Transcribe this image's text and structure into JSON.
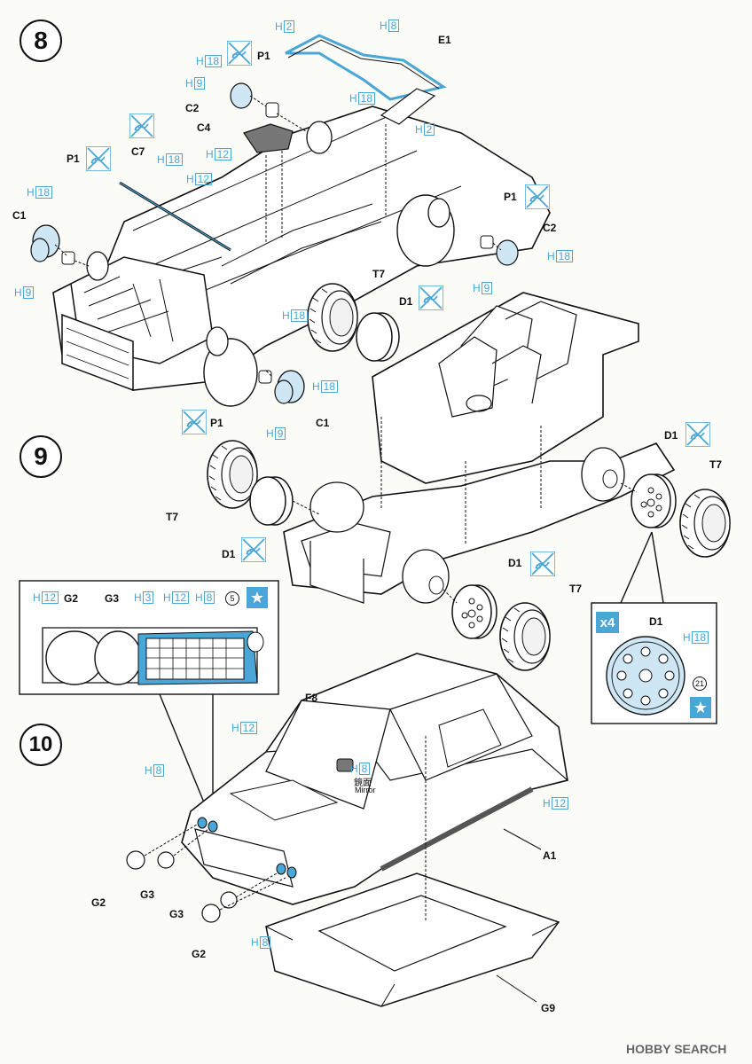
{
  "steps": {
    "s8": "8",
    "s9": "9",
    "s10": "10"
  },
  "colors": {
    "accent": "#4aa6d6",
    "ink": "#111111"
  },
  "parts": {
    "P1": "P1",
    "C1": "C1",
    "C2": "C2",
    "C4": "C4",
    "C7": "C7",
    "E1": "E1",
    "T7": "T7",
    "D1": "D1",
    "G2": "G2",
    "G3": "G3",
    "F8": "F8",
    "A1": "A1",
    "G9": "G9"
  },
  "paint": {
    "H2": {
      "prefix": "H",
      "num": "2"
    },
    "H3": {
      "prefix": "H",
      "num": "3"
    },
    "H8": {
      "prefix": "H",
      "num": "8"
    },
    "H9": {
      "prefix": "H",
      "num": "9"
    },
    "H12": {
      "prefix": "H",
      "num": "12"
    },
    "H18": {
      "prefix": "H",
      "num": "18"
    }
  },
  "decal_number": "5",
  "decal_number_wheel": "21",
  "multiplier": "x4",
  "mirror": {
    "jp": "鏡面",
    "en": "Mirror"
  },
  "watermark": "HOBBY SEARCH",
  "icons": {
    "no_glue": "no-glue-icon",
    "decal": "star-icon"
  }
}
